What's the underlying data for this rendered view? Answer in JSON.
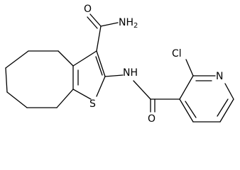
{
  "molecule": {
    "labels": {
      "amide_o_top": "O",
      "amide_n_top": "NH",
      "amide_n_top_sub": "2",
      "sulfur": "S",
      "amide_nh": "NH",
      "chlorine": "Cl",
      "pyridine_n": "N",
      "amide_o_bottom": "O"
    }
  }
}
